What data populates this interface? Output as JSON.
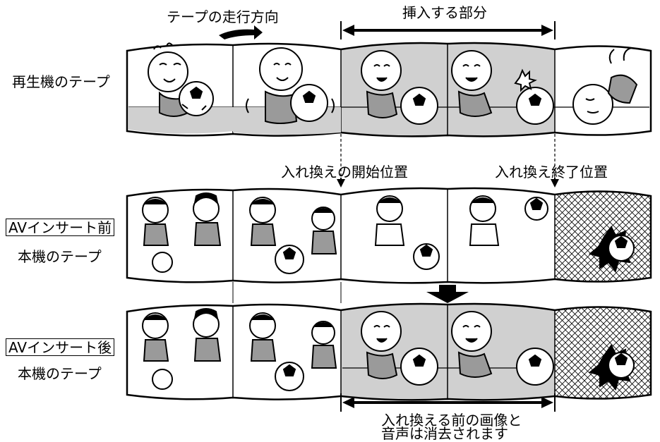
{
  "direction_label": "テープの走行方向",
  "insert_part_label": "挿入する部分",
  "player_tape_label": "再生機のテープ",
  "swap_start_label": "入れ換えの開始位置",
  "swap_end_label": "入れ換え終了位置",
  "av_insert_before_label": "AVインサート前",
  "av_insert_after_label": "AVインサート後",
  "this_unit_tape_label_1": "本機のテープ",
  "this_unit_tape_label_2": "本機のテープ",
  "erased_note_line1": "入れ換える前の画像と",
  "erased_note_line2": "音声は消去されます",
  "colors": {
    "ink": "#000000",
    "shade": "#d0d0d0",
    "frame_bg": "#ffffff"
  },
  "frames": {
    "player": [
      "baby-holding-ball",
      "baby-hugging-ball",
      "baby-kicking-ball",
      "baby-tripping",
      "baby-fallen"
    ],
    "before": [
      "players-running",
      "players-dribbling",
      "player-kicking",
      "player-shooting",
      "ball-in-net"
    ],
    "after": [
      "players-running",
      "players-dribbling",
      "baby-kicking-ball",
      "baby-tripping",
      "ball-in-net"
    ]
  }
}
